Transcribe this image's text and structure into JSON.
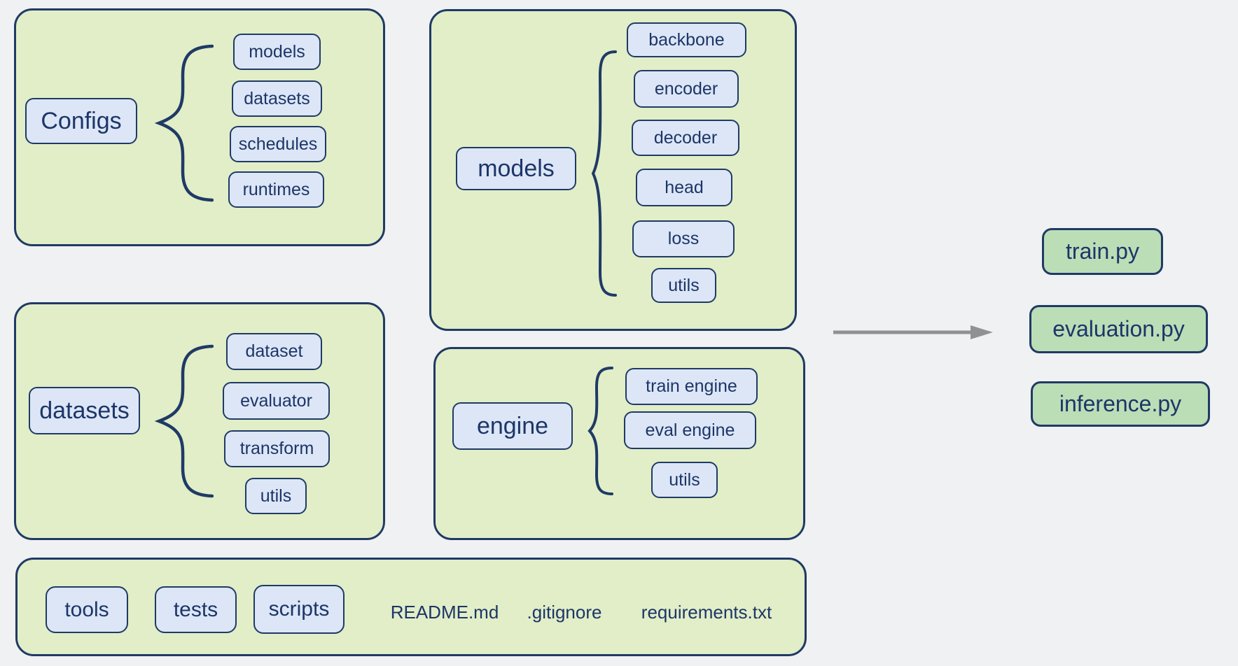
{
  "colors": {
    "background": "#f0f1f2",
    "group_fill": "#e1eec7",
    "node_fill": "#dce6f6",
    "outline_navy": "#203a66",
    "script_fill": "#bbdeb6",
    "arrow_gray": "#8f9292"
  },
  "groups": {
    "configs": {
      "parent": "Configs",
      "children": [
        "models",
        "datasets",
        "schedules",
        "runtimes"
      ]
    },
    "models": {
      "parent": "models",
      "children": [
        "backbone",
        "encoder",
        "decoder",
        "head",
        "loss",
        "utils"
      ]
    },
    "datasets": {
      "parent": "datasets",
      "children": [
        "dataset",
        "evaluator",
        "transform",
        "utils"
      ]
    },
    "engine": {
      "parent": "engine",
      "children": [
        "train engine",
        "eval engine",
        "utils"
      ]
    },
    "misc": {
      "folders": [
        "tools",
        "tests",
        "scripts"
      ],
      "files": [
        "README.md",
        ".gitignore",
        "requirements.txt"
      ]
    }
  },
  "outputs": [
    "train.py",
    "evaluation.py",
    "inference.py"
  ]
}
